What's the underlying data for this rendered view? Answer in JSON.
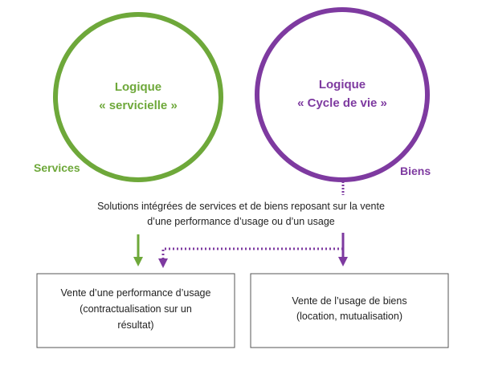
{
  "colors": {
    "green": "#6ea83a",
    "purple": "#7e3aa0",
    "text": "#222222",
    "box_border": "#555555"
  },
  "left_circle": {
    "line1": "Logique",
    "line2": "« servicielle »"
  },
  "right_circle": {
    "line1": "Logique",
    "line2": "« Cycle de vie »"
  },
  "labels": {
    "services": "Services",
    "biens": "Biens"
  },
  "center_text": {
    "line1": "Solutions intégrées de services et de biens reposant sur la vente",
    "line2": "d’une performance d’usage ou d’un usage"
  },
  "left_box": {
    "line1": "Vente d’une performance d’usage",
    "line2": "(contractualisation  sur un",
    "line3": "résultat)"
  },
  "right_box": {
    "line1": "Vente de l’usage de biens",
    "line2": "(location, mutualisation)"
  }
}
